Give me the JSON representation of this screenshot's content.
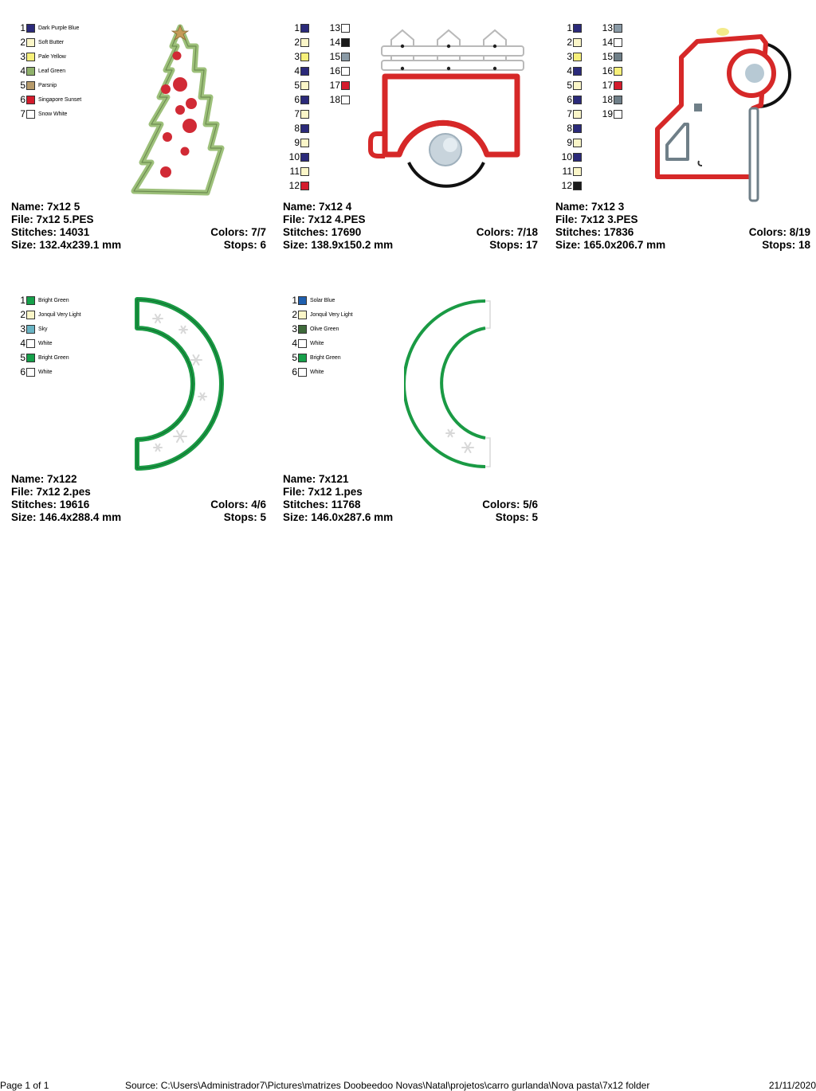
{
  "designs": [
    {
      "name_line": "Name: 7x12 5",
      "file_line": "File: 7x12 5.PES",
      "stitches_line": "Stitches: 14031",
      "colors_line": "Colors: 7/7",
      "size_line": "Size: 132.4x239.1 mm",
      "stops_line": "Stops: 6",
      "legend_columns": [
        [
          {
            "n": "1",
            "color": "#2b2a7a",
            "label": "Dark Purple Blue"
          },
          {
            "n": "2",
            "color": "#fbf6c8",
            "label": "Soft Butter"
          },
          {
            "n": "3",
            "color": "#f7f07a",
            "label": "Pale Yellow"
          },
          {
            "n": "4",
            "color": "#8fb16b",
            "label": "Leaf Green"
          },
          {
            "n": "5",
            "color": "#b69a6a",
            "label": "Parsnip"
          },
          {
            "n": "6",
            "color": "#d41b2c",
            "label": "Singapore Sunset"
          },
          {
            "n": "7",
            "color": "#ffffff",
            "label": "Snow White"
          }
        ]
      ]
    },
    {
      "name_line": "Name: 7x12 4",
      "file_line": "File: 7x12 4.PES",
      "stitches_line": "Stitches: 17690",
      "colors_line": "Colors: 7/18",
      "size_line": "Size: 138.9x150.2 mm",
      "stops_line": "Stops: 17",
      "legend_columns": [
        [
          {
            "n": "1",
            "color": "#2b2a7a",
            "label": ""
          },
          {
            "n": "2",
            "color": "#fbf6c8",
            "label": ""
          },
          {
            "n": "3",
            "color": "#f7f07a",
            "label": ""
          },
          {
            "n": "4",
            "color": "#2b2a7a",
            "label": ""
          },
          {
            "n": "5",
            "color": "#fbf6c8",
            "label": ""
          },
          {
            "n": "6",
            "color": "#2b2a7a",
            "label": ""
          },
          {
            "n": "7",
            "color": "#fbf6c8",
            "label": ""
          },
          {
            "n": "8",
            "color": "#2b2a7a",
            "label": ""
          },
          {
            "n": "9",
            "color": "#fbf6c8",
            "label": ""
          },
          {
            "n": "10",
            "color": "#2b2a7a",
            "label": ""
          },
          {
            "n": "11",
            "color": "#fbf6c8",
            "label": ""
          },
          {
            "n": "12",
            "color": "#d41b2c",
            "label": ""
          }
        ],
        [
          {
            "n": "13",
            "color": "#ffffff",
            "label": ""
          },
          {
            "n": "14",
            "color": "#1a1a1a",
            "label": ""
          },
          {
            "n": "15",
            "color": "#8a9aa6",
            "label": ""
          },
          {
            "n": "16",
            "color": "#ffffff",
            "label": ""
          },
          {
            "n": "17",
            "color": "#d41b2c",
            "label": ""
          },
          {
            "n": "18",
            "color": "#ffffff",
            "label": ""
          }
        ]
      ]
    },
    {
      "name_line": "Name: 7x12 3",
      "file_line": "File: 7x12 3.PES",
      "stitches_line": "Stitches: 17836",
      "colors_line": "Colors: 8/19",
      "size_line": "Size: 165.0x206.7 mm",
      "stops_line": "Stops: 18",
      "legend_columns": [
        [
          {
            "n": "1",
            "color": "#2b2a7a",
            "label": ""
          },
          {
            "n": "2",
            "color": "#fbf6c8",
            "label": ""
          },
          {
            "n": "3",
            "color": "#f7f07a",
            "label": ""
          },
          {
            "n": "4",
            "color": "#2b2a7a",
            "label": ""
          },
          {
            "n": "5",
            "color": "#fbf6c8",
            "label": ""
          },
          {
            "n": "6",
            "color": "#2b2a7a",
            "label": ""
          },
          {
            "n": "7",
            "color": "#fbf6c8",
            "label": ""
          },
          {
            "n": "8",
            "color": "#2b2a7a",
            "label": ""
          },
          {
            "n": "9",
            "color": "#fbf6c8",
            "label": ""
          },
          {
            "n": "10",
            "color": "#2b2a7a",
            "label": ""
          },
          {
            "n": "11",
            "color": "#fbf6c8",
            "label": ""
          },
          {
            "n": "12",
            "color": "#1a1a1a",
            "label": ""
          }
        ],
        [
          {
            "n": "13",
            "color": "#8a9aa6",
            "label": ""
          },
          {
            "n": "14",
            "color": "#ffffff",
            "label": ""
          },
          {
            "n": "15",
            "color": "#6f7f88",
            "label": ""
          },
          {
            "n": "16",
            "color": "#f7f07a",
            "label": ""
          },
          {
            "n": "17",
            "color": "#d41b2c",
            "label": ""
          },
          {
            "n": "18",
            "color": "#6f7f88",
            "label": ""
          },
          {
            "n": "19",
            "color": "#ffffff",
            "label": ""
          }
        ]
      ]
    },
    {
      "name_line": "Name: 7x122",
      "file_line": "File: 7x12 2.pes",
      "stitches_line": "Stitches: 19616",
      "colors_line": "Colors: 4/6",
      "size_line": "Size: 146.4x288.4 mm",
      "stops_line": "Stops: 5",
      "legend_columns": [
        [
          {
            "n": "1",
            "color": "#16a04a",
            "label": "Bright Green"
          },
          {
            "n": "2",
            "color": "#fbf6c8",
            "label": "Jonquil Very Light"
          },
          {
            "n": "3",
            "color": "#6ab4c4",
            "label": "Sky"
          },
          {
            "n": "4",
            "color": "#ffffff",
            "label": "White"
          },
          {
            "n": "5",
            "color": "#16a04a",
            "label": "Bright Green"
          },
          {
            "n": "6",
            "color": "#ffffff",
            "label": "White"
          }
        ]
      ]
    },
    {
      "name_line": "Name: 7x121",
      "file_line": "File: 7x12 1.pes",
      "stitches_line": "Stitches: 11768",
      "colors_line": "Colors: 5/6",
      "size_line": "Size: 146.0x287.6 mm",
      "stops_line": "Stops: 5",
      "legend_columns": [
        [
          {
            "n": "1",
            "color": "#1f5fae",
            "label": "Solar Blue"
          },
          {
            "n": "2",
            "color": "#fbf6c8",
            "label": "Jonquil Very Light"
          },
          {
            "n": "3",
            "color": "#3e6a3a",
            "label": "Olive Green"
          },
          {
            "n": "4",
            "color": "#ffffff",
            "label": "White"
          },
          {
            "n": "5",
            "color": "#16a04a",
            "label": "Bright Green"
          },
          {
            "n": "6",
            "color": "#ffffff",
            "label": "White"
          }
        ]
      ]
    }
  ],
  "footer": {
    "page": "Page 1 of 1",
    "source": "Source: C:\\Users\\Administrador7\\Pictures\\matrizes Doobeedoo Novas\\Natal\\projetos\\carro gurlanda\\Nova pasta\\7x12 folder",
    "date": "21/11/2020"
  }
}
